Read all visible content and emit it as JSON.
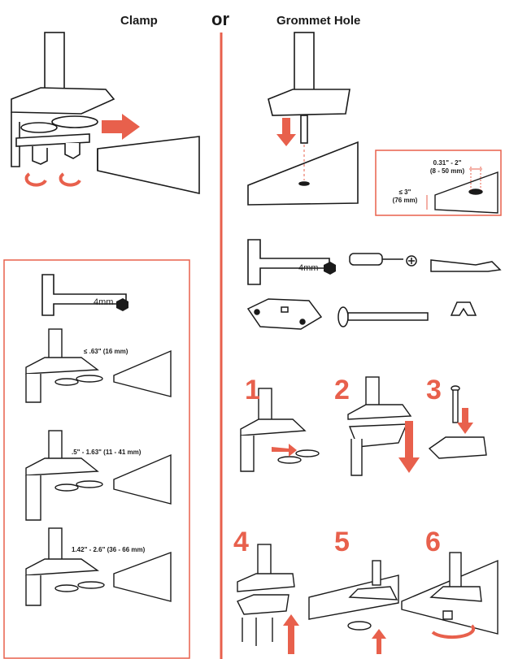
{
  "headers": {
    "clamp": "Clamp",
    "or": "or",
    "grommet": "Grommet Hole"
  },
  "grommet_spec": {
    "hole": "0.31\" - 2\"",
    "hole_mm": "(8 - 50 mm)",
    "thickness": "≤ 3\"",
    "thickness_mm": "(76 mm)"
  },
  "tools": {
    "hex_key": "4mm"
  },
  "clamp_options": {
    "hex_key": "4mm",
    "option1": "≤ .63\" (16 mm)",
    "option2": ".5\" - 1.63\" (11 - 41 mm)",
    "option3": "1.42\" - 2.6\" (36 - 66 mm)"
  },
  "steps": [
    "1",
    "2",
    "3",
    "4",
    "5",
    "6"
  ],
  "colors": {
    "accent": "#e8604c",
    "line": "#1a1a1a"
  }
}
